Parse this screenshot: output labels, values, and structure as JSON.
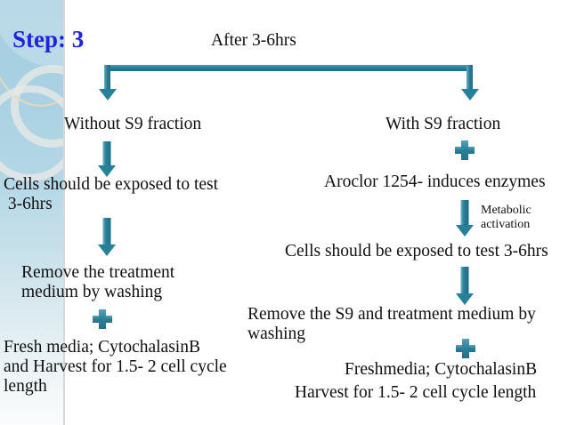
{
  "slide": {
    "title": "Step: 3",
    "title_color": "#2222dd",
    "accent_color": "#2b7f99",
    "background": "#ffffff",
    "panel_top_color": "#a6cfe2",
    "panel_bottom_color": "#fbfcfd"
  },
  "header": {
    "after_label": "After 3-6hrs"
  },
  "branches": {
    "left": {
      "heading": "Without S9 fraction",
      "steps": [
        "Cells should be exposed to test\n 3-6hrs",
        "Remove the treatment\nmedium by washing",
        "Fresh media; CytochalasinB\nand Harvest for 1.5- 2 cell cycle\nlength"
      ]
    },
    "right": {
      "heading": "With S9 fraction",
      "steps": [
        "Aroclor 1254- induces enzymes",
        "Cells should be exposed to test 3-6hrs",
        "Remove the S9 and treatment medium by\nwashing",
        "Freshmedia; CytochalasinB",
        "Harvest for 1.5- 2 cell cycle length"
      ],
      "annotation": "Metabolic\nactivation"
    }
  },
  "icons": {
    "plus": "plus-icon",
    "arrow_down": "arrow-down-icon"
  }
}
